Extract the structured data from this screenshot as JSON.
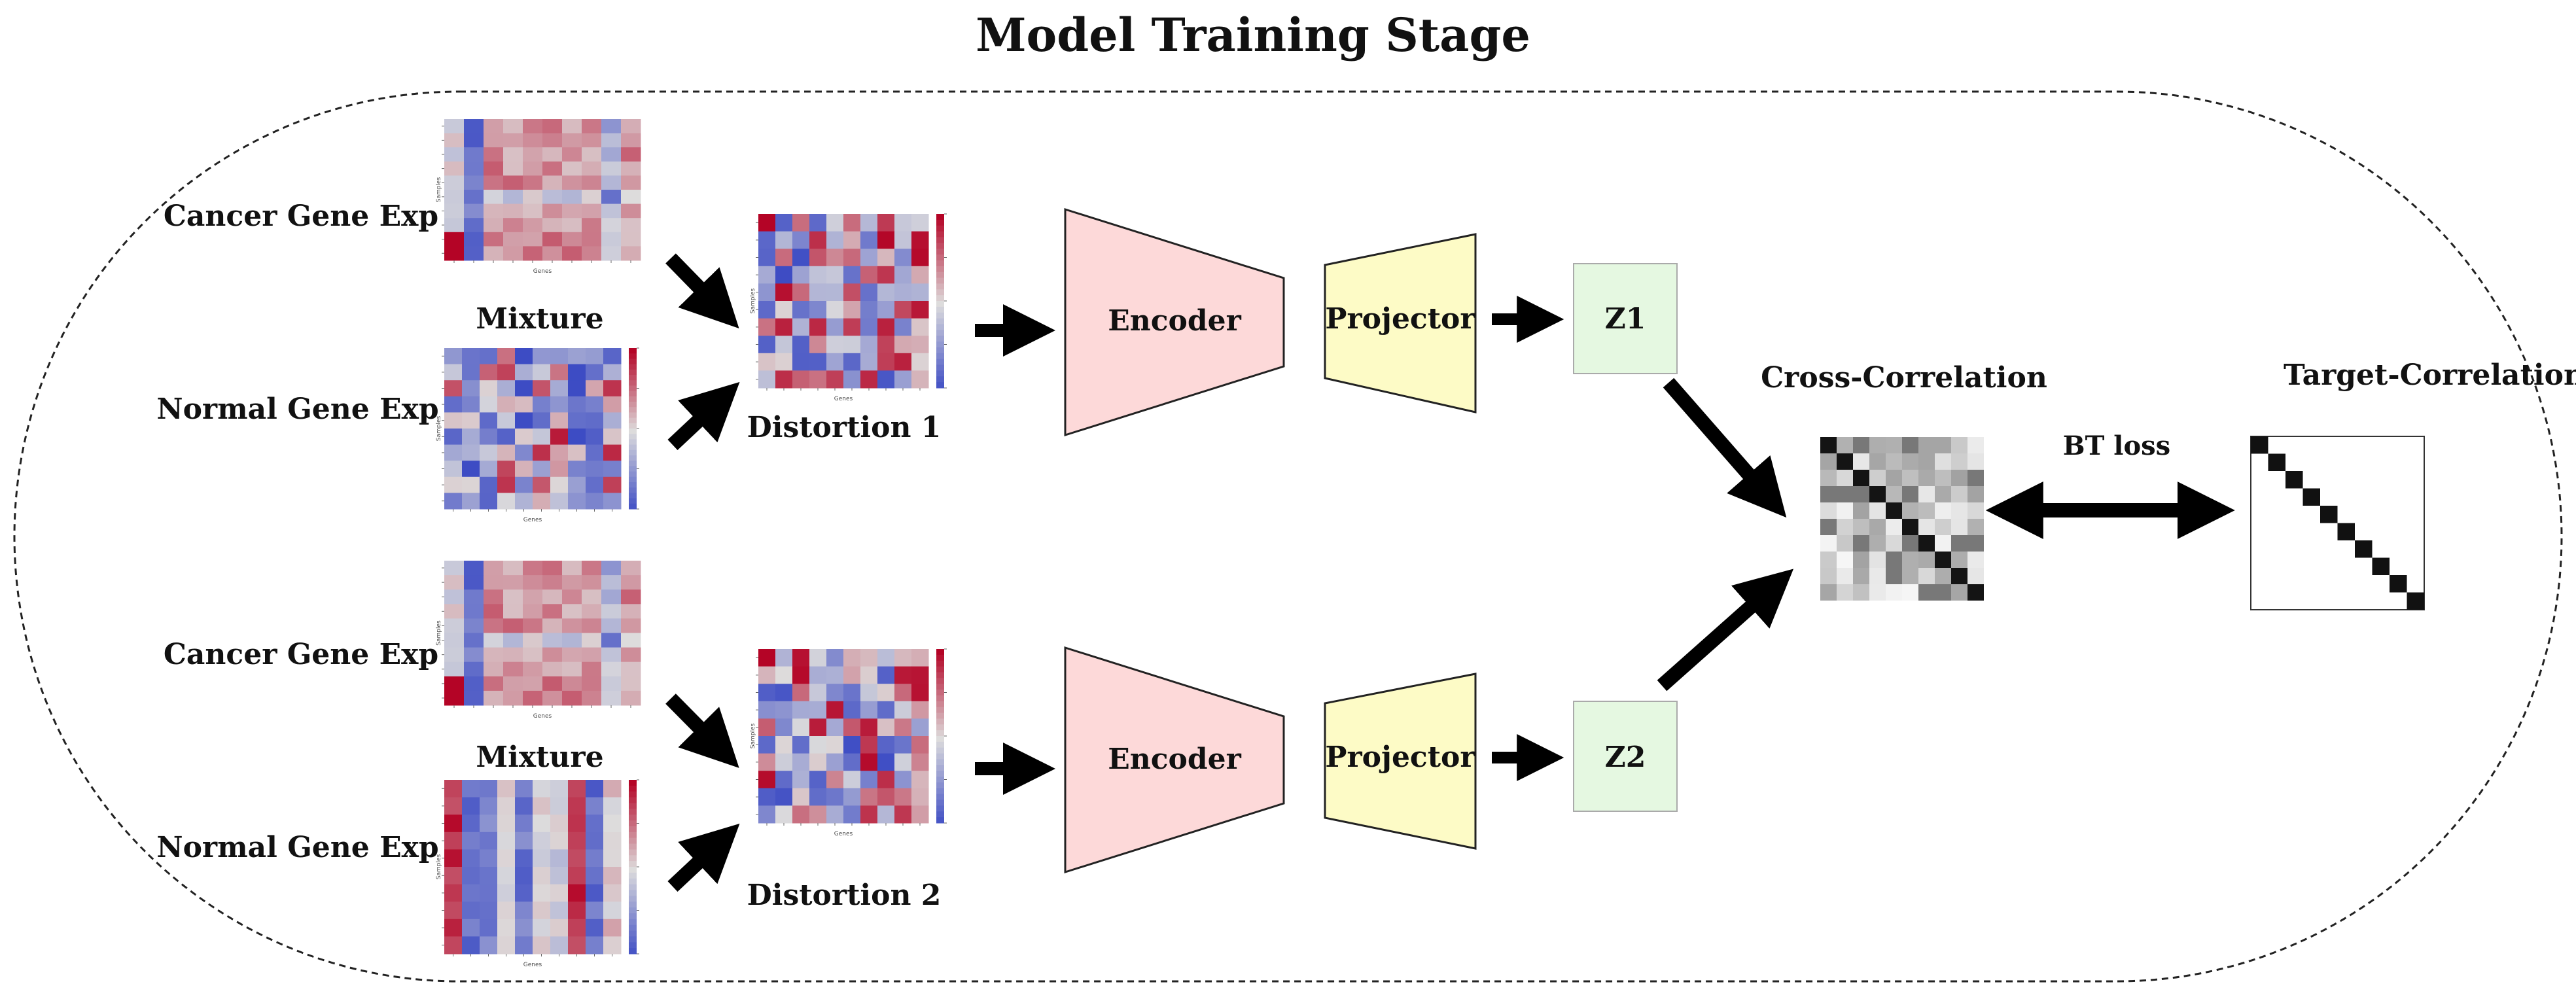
{
  "title": "Model Training Stage",
  "top_branch": {
    "cancer_label": "Cancer Gene Exp",
    "mixture_label": "Mixture",
    "normal_label": "Normal Gene Exp",
    "distortion_label": "Distortion 1",
    "encoder_label": "Encoder",
    "projector_label": "Projector",
    "z_label": "Z1"
  },
  "bottom_branch": {
    "cancer_label": "Cancer Gene Exp",
    "mixture_label": "Mixture",
    "normal_label": "Normal Gene Exp",
    "distortion_label": "Distortion 2",
    "encoder_label": "Encoder",
    "projector_label": "Projector",
    "z_label": "Z2"
  },
  "cross_correlation_label": "Cross-Correlation",
  "target_correlation_label": "Target-Correlation",
  "loss_label": "BT loss",
  "heatmap_axis": {
    "xlabel": "Genes",
    "ylabel": "Samples"
  },
  "colors": {
    "encoder_fill": "#fdd9d9",
    "projector_fill": "#fdfbc6",
    "z_fill": "#e5f8e1",
    "arrow": "#000000",
    "heat_low": "#3d4cc4",
    "heat_mid": "#dddcdc",
    "heat_high": "#b40426"
  }
}
